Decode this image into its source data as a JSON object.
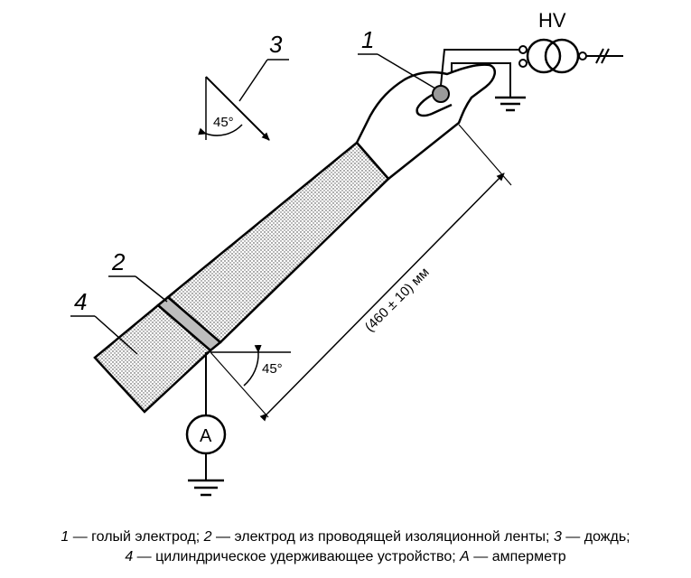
{
  "figure": {
    "callouts": {
      "c1": "1",
      "c2": "2",
      "c3": "3",
      "c4": "4"
    },
    "hv_label": "HV",
    "ammeter_label": "A",
    "rain_angle": "45°",
    "holder_angle": "45°",
    "distance_label": "(460 ± 10) мм"
  },
  "caption": {
    "line1": [
      {
        "n": "1",
        "t": " — голый электрод; "
      },
      {
        "n": "2",
        "t": " — электрод из проводящей изоляционной ленты; "
      },
      {
        "n": "3",
        "t": " — дождь;"
      }
    ],
    "line2": [
      {
        "n": "4",
        "t": " — цилиндрическое удерживающее устройство; "
      },
      {
        "n": "А",
        "t": " — амперметр"
      }
    ]
  }
}
